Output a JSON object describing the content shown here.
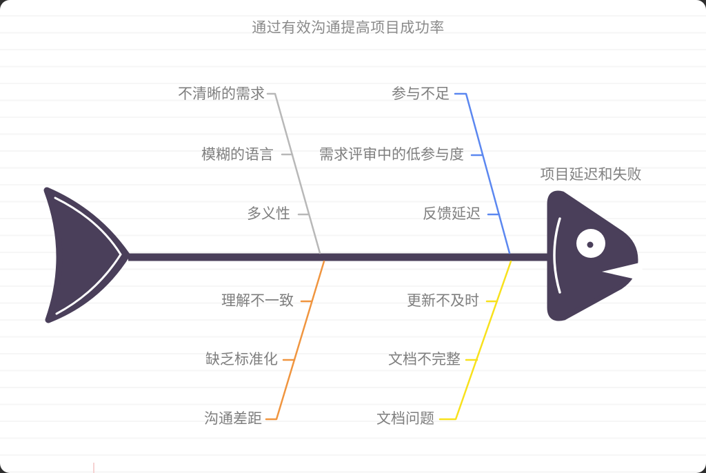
{
  "title": "通过有效沟通提高项目成功率",
  "effect_label": "项目延迟和失败",
  "colors": {
    "fish_body": "#4a3f5a",
    "spine": "#4a3f5a",
    "title_text": "#8a8a8a",
    "label_text": "#7e7e7e",
    "ruled_line": "#f6f6f6"
  },
  "branches": [
    {
      "name": "top-left",
      "color": "#b8b8b8",
      "labels": [
        "不清晰的需求",
        "模糊的语言",
        "多义性"
      ]
    },
    {
      "name": "top-right",
      "color": "#5b87f0",
      "labels": [
        "参与不足",
        "需求评审中的低参与度",
        "反馈延迟"
      ]
    },
    {
      "name": "bottom-left",
      "color": "#f0953f",
      "labels": [
        "理解不一致",
        "缺乏标准化",
        "沟通差距"
      ]
    },
    {
      "name": "bottom-right",
      "color": "#f8e11c",
      "labels": [
        "更新不及时",
        "文档不完整",
        "文档问题"
      ]
    }
  ]
}
